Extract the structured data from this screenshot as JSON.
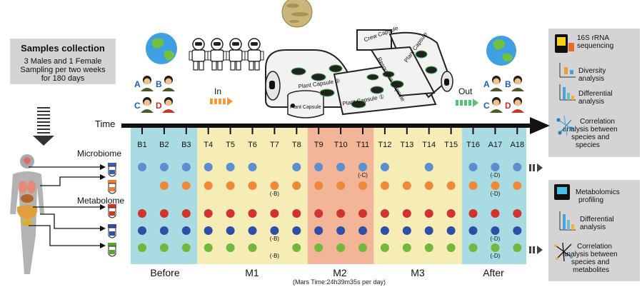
{
  "samples": {
    "title": "Samples collection",
    "line1": "3 Males and 1 Female",
    "line2": "Sampling per two weeks",
    "line3": "for 180 days"
  },
  "labels": {
    "microbiome": "Microbiome",
    "metabolome": "Metabolome",
    "time": "Time",
    "in": "In",
    "out": "Out",
    "mars_time": "(Mars Time:24h39m35s per day)"
  },
  "crew_letters": [
    "A",
    "B",
    "C",
    "D"
  ],
  "capsules": {
    "crew": "Crew Capsule",
    "plant2": "Plant Capsule ②",
    "plant1": "Plant Capsule ①",
    "plant_small": "Plant Capsule",
    "plant_right": "Plant Capsule",
    "resources": "Resources Capsule"
  },
  "timepoints": [
    "B1",
    "B2",
    "B3",
    "T4",
    "T5",
    "T6",
    "T7",
    "T8",
    "T9",
    "T10",
    "T11",
    "T12",
    "T13",
    "T14",
    "T15",
    "T16",
    "A17",
    "A18"
  ],
  "periods": [
    {
      "name": "Before",
      "color": "#a9dbe2"
    },
    {
      "name": "M1",
      "color": "#f6ecb6"
    },
    {
      "name": "M2",
      "color": "#f2b597"
    },
    {
      "name": "M3",
      "color": "#f6ecb6"
    },
    {
      "name": "After",
      "color": "#a9dbe2"
    }
  ],
  "rows": [
    {
      "color": "#5b8fce",
      "present": [
        1,
        1,
        1,
        1,
        1,
        1,
        0,
        1,
        1,
        1,
        1,
        1,
        0,
        1,
        0,
        1,
        1,
        1
      ]
    },
    {
      "color": "#f0883a",
      "present": [
        0,
        1,
        1,
        1,
        1,
        1,
        1,
        1,
        1,
        1,
        1,
        1,
        1,
        1,
        1,
        1,
        1,
        1
      ]
    },
    {
      "color": "#d0342c",
      "present": [
        1,
        1,
        1,
        1,
        1,
        1,
        1,
        1,
        1,
        1,
        1,
        1,
        1,
        1,
        1,
        1,
        1,
        1
      ]
    },
    {
      "color": "#2f4ea8",
      "present": [
        1,
        1,
        1,
        1,
        1,
        1,
        1,
        1,
        1,
        1,
        1,
        1,
        1,
        1,
        1,
        1,
        1,
        1
      ]
    },
    {
      "color": "#73b83c",
      "present": [
        1,
        1,
        1,
        1,
        1,
        1,
        0,
        1,
        1,
        1,
        1,
        1,
        1,
        1,
        1,
        1,
        1,
        1
      ]
    }
  ],
  "annotations": [
    {
      "row": 0,
      "col": 10,
      "text": "(-C)"
    },
    {
      "row": 0,
      "col": 16,
      "text": "(-D)"
    },
    {
      "row": 1,
      "col": 6,
      "text": "(-B)"
    },
    {
      "row": 1,
      "col": 16,
      "text": "(-D)"
    },
    {
      "row": 3,
      "col": 6,
      "text": "(-B)"
    },
    {
      "row": 3,
      "col": 16,
      "text": "(-D)"
    },
    {
      "row": 4,
      "col": 6,
      "text": "(-B)"
    },
    {
      "row": 4,
      "col": 16,
      "text": "(-D)"
    }
  ],
  "panel_top": {
    "seq": [
      "16S rRNA",
      "sequencing"
    ],
    "diversity": [
      "Diversity",
      "analysis"
    ],
    "differential": [
      "Differential",
      "analysis"
    ],
    "correlation": [
      "Correlation",
      "analysis between",
      "species and",
      "species"
    ]
  },
  "panel_bottom": {
    "profiling": [
      "Metabolomics",
      "profiling"
    ],
    "differential": [
      "Differential",
      "analysis"
    ],
    "correlation": [
      "Correlation",
      "analysis between",
      "species and",
      "metabolites"
    ]
  },
  "colors": {
    "tube_blue": "#3c5ea8",
    "tube_orange": "#ee7d32",
    "tube_red": "#d0342c",
    "tube_navy": "#2f4ea8",
    "tube_green": "#5aa530",
    "in_arrow": "#f29a3c",
    "out_arrow": "#54c27b",
    "panel": "#d4d4d4"
  }
}
